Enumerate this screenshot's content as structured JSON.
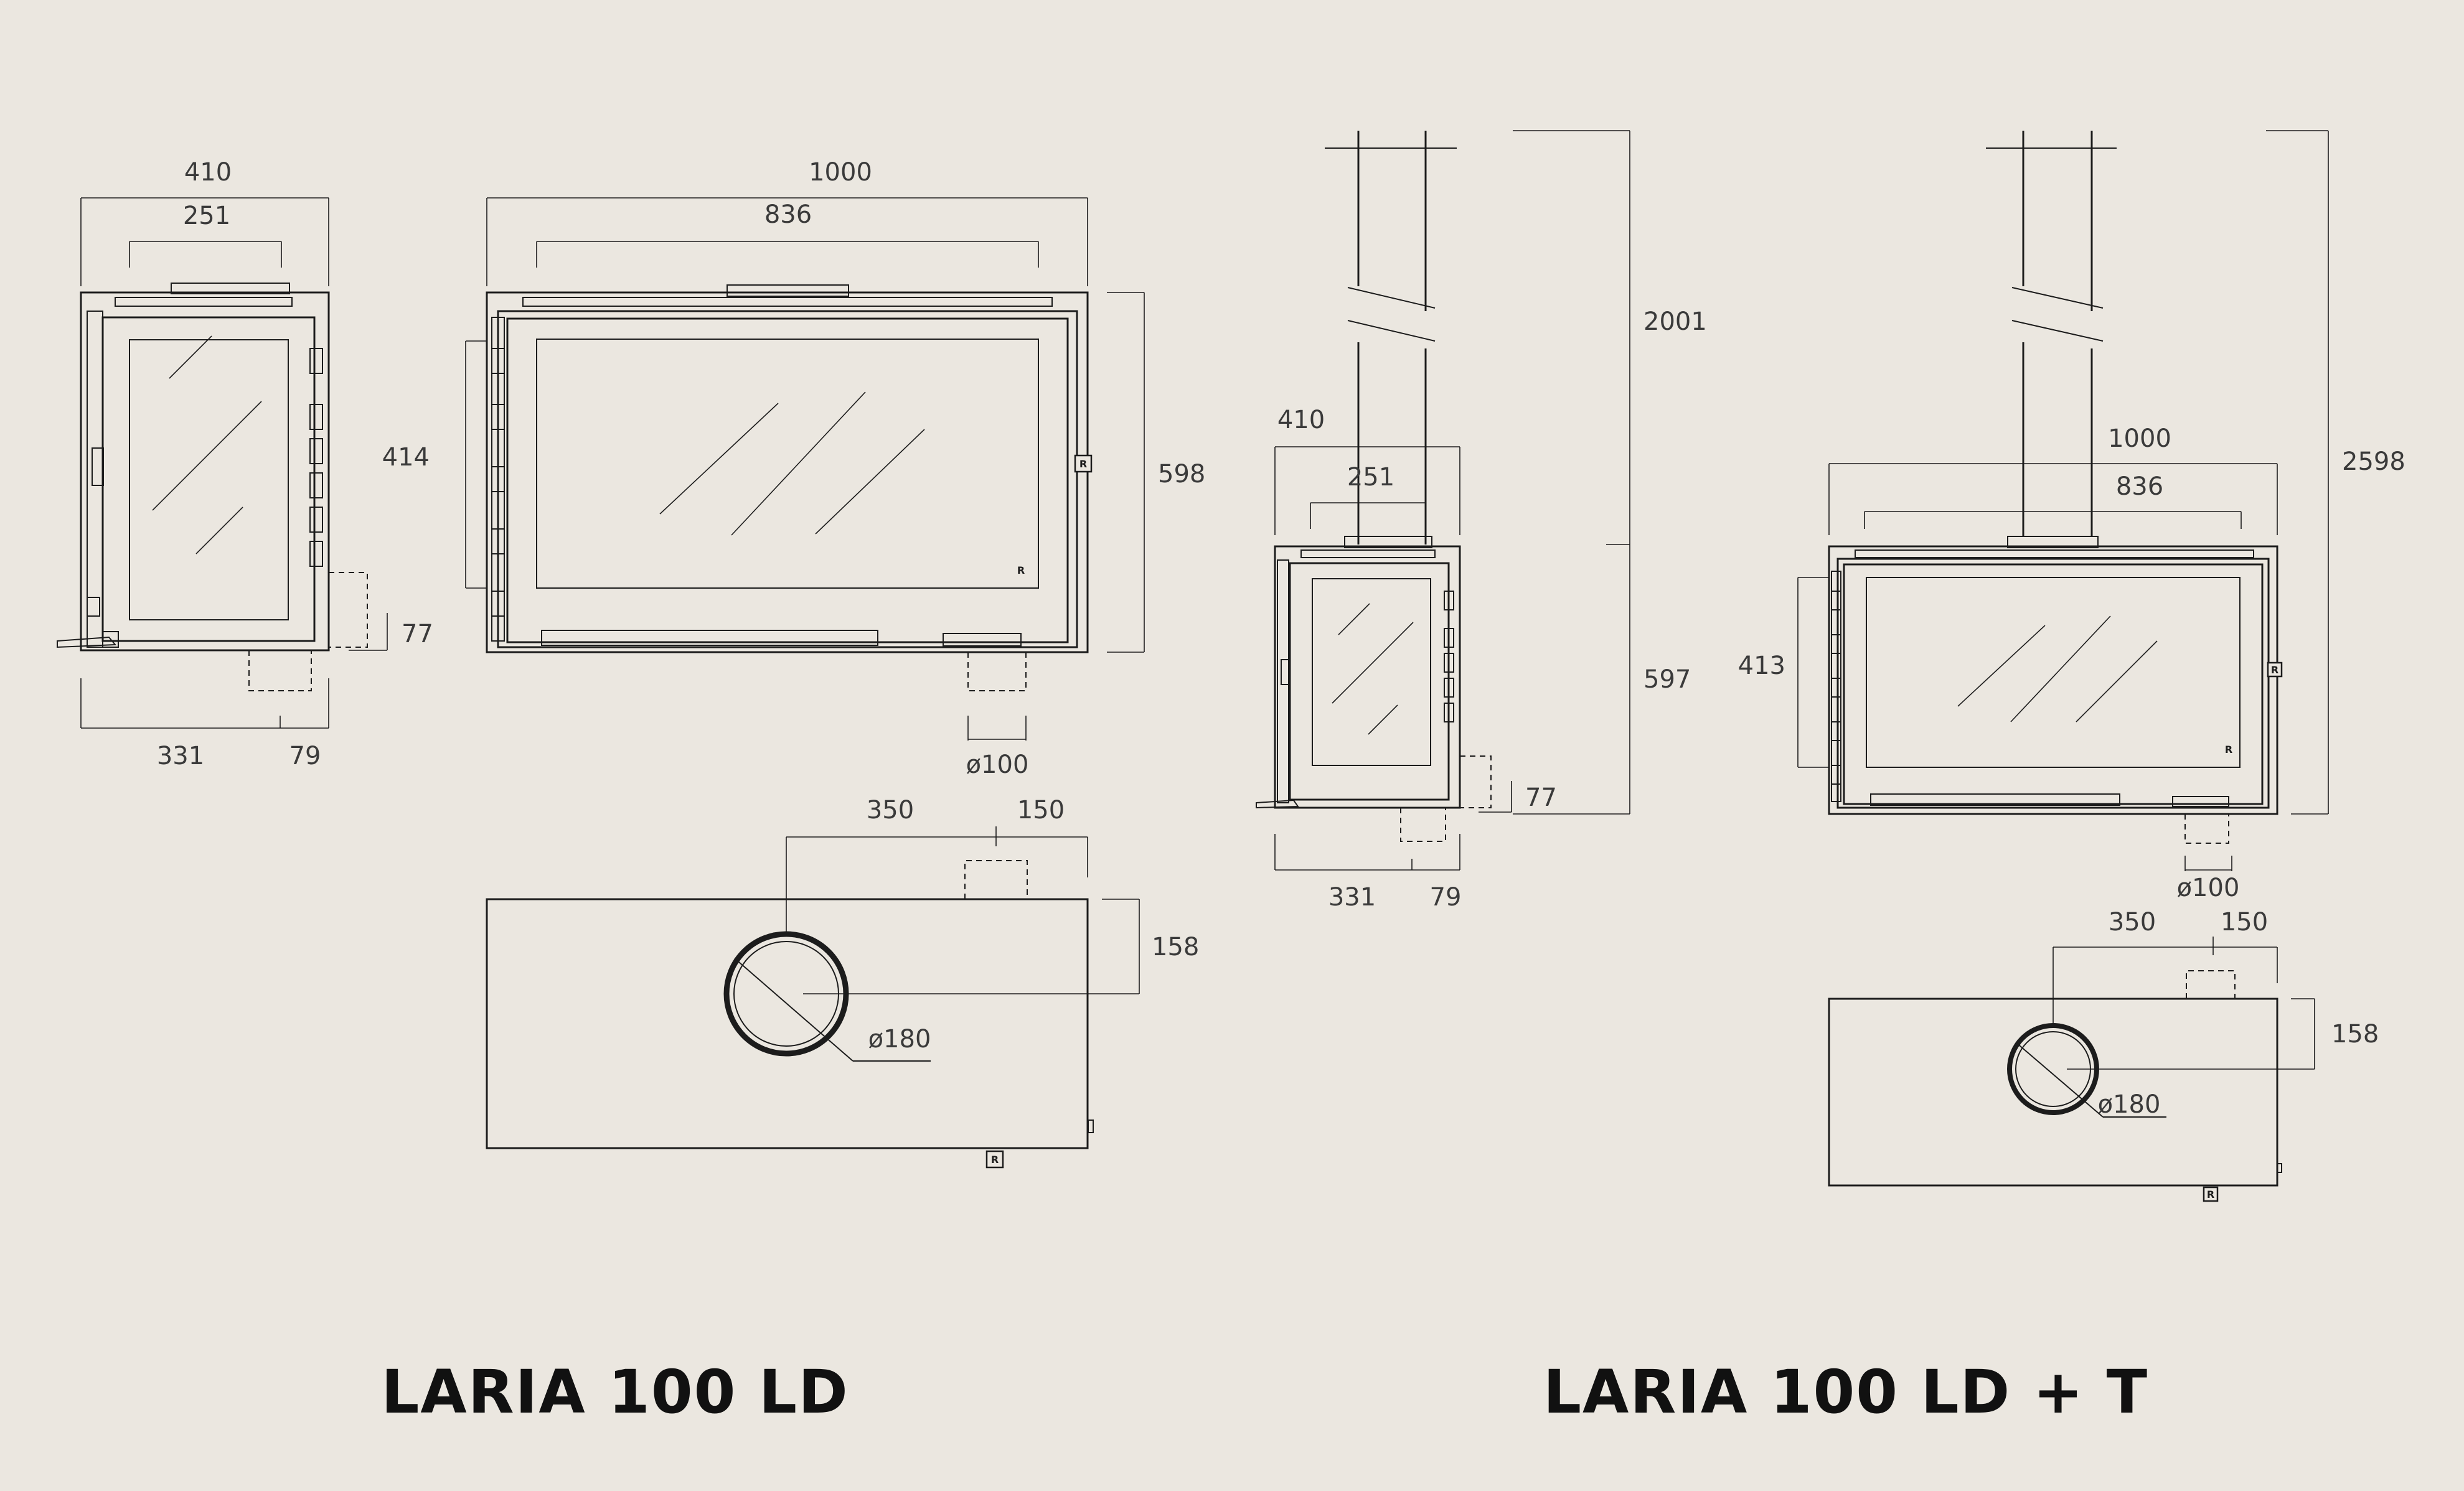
{
  "models": [
    {
      "title": "LARIA 100 LD",
      "dims": {
        "side_width": "410",
        "side_top": "251",
        "side_depth": "331",
        "side_back": "79",
        "front_width": "1000",
        "front_inner": "836",
        "front_glass_h": "414",
        "front_height": "598",
        "flue_h": "77",
        "flue_diam": "ø100",
        "top_x": "350",
        "top_x2": "150",
        "top_y": "158",
        "top_diam": "ø180"
      }
    },
    {
      "title": "LARIA 100 LD + T",
      "dims": {
        "side_width": "410",
        "side_top": "251",
        "side_depth": "331",
        "side_back": "79",
        "front_width": "1000",
        "front_inner": "836",
        "front_glass_h": "413",
        "front_height_total": "2598",
        "leg_total": "2001",
        "leg_lower": "597",
        "flue_h": "77",
        "flue_diam": "ø100",
        "top_x": "350",
        "top_x2": "150",
        "top_y": "158",
        "top_diam": "ø180"
      }
    }
  ],
  "logo_letter": "R"
}
